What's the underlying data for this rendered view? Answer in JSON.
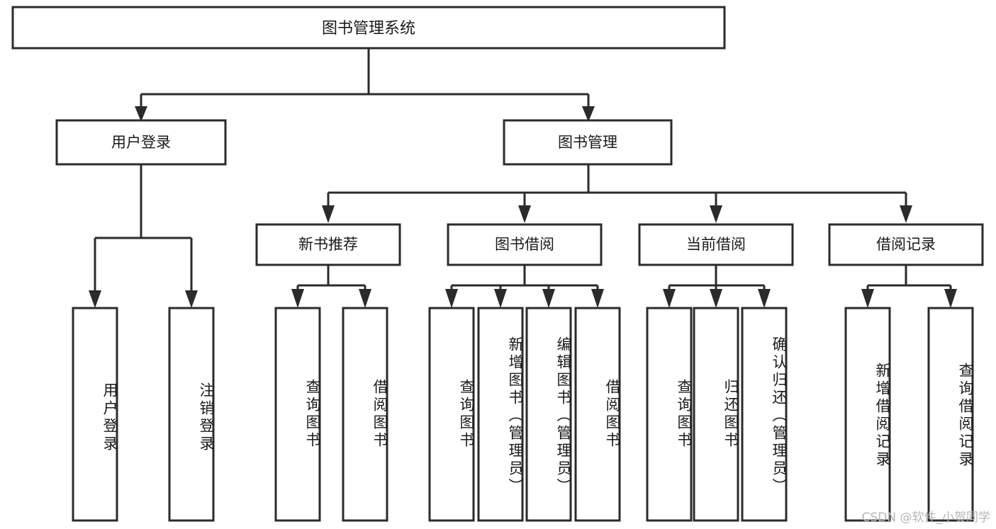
{
  "diagram": {
    "type": "tree-hierarchy",
    "title": "图书管理系统",
    "root": {
      "label": "图书管理系统",
      "children": [
        {
          "label": "用户登录",
          "children": [
            {
              "label": "用户登录"
            },
            {
              "label": "注销登录"
            }
          ]
        },
        {
          "label": "图书管理",
          "children": [
            {
              "label": "新书推荐",
              "children": [
                {
                  "label": "查询图书"
                },
                {
                  "label": "借阅图书"
                }
              ]
            },
            {
              "label": "图书借阅",
              "children": [
                {
                  "label": "查询图书"
                },
                {
                  "label": "新增图书（管理员）"
                },
                {
                  "label": "编辑图书（管理员）"
                },
                {
                  "label": "借阅图书"
                }
              ]
            },
            {
              "label": "当前借阅",
              "children": [
                {
                  "label": "查询图书"
                },
                {
                  "label": "归还图书"
                },
                {
                  "label": "确认归还（管理员）"
                }
              ]
            },
            {
              "label": "借阅记录",
              "children": [
                {
                  "label": "新增借阅记录"
                },
                {
                  "label": "查询借阅记录"
                }
              ]
            }
          ]
        }
      ]
    }
  },
  "nodes": {
    "root": "图书管理系统",
    "l1_user_login": "用户登录",
    "l1_book_mgmt": "图书管理",
    "l2_new_book": "新书推荐",
    "l2_borrow": "图书借阅",
    "l2_current": "当前借阅",
    "l2_record": "借阅记录",
    "leaf_user_login": "用户登录",
    "leaf_user_logout": "注销登录",
    "leaf_nb_query": "查询图书",
    "leaf_nb_borrow": "借阅图书",
    "leaf_bw_query": "查询图书",
    "leaf_bw_add": "新增图书（管理员）",
    "leaf_bw_edit": "编辑图书（管理员）",
    "leaf_bw_borrow": "借阅图书",
    "leaf_cur_query": "查询图书",
    "leaf_cur_return": "归还图书",
    "leaf_cur_confirm": "确认归还（管理员）",
    "leaf_rec_add": "新增借阅记录",
    "leaf_rec_query": "查询借阅记录"
  },
  "watermark": {
    "text": "CSDN @软件_小贺同学"
  },
  "colors": {
    "stroke": "#2b2b2b",
    "fill": "#ffffff",
    "text": "#1a1a1a",
    "watermark": "#b6b6b6"
  }
}
